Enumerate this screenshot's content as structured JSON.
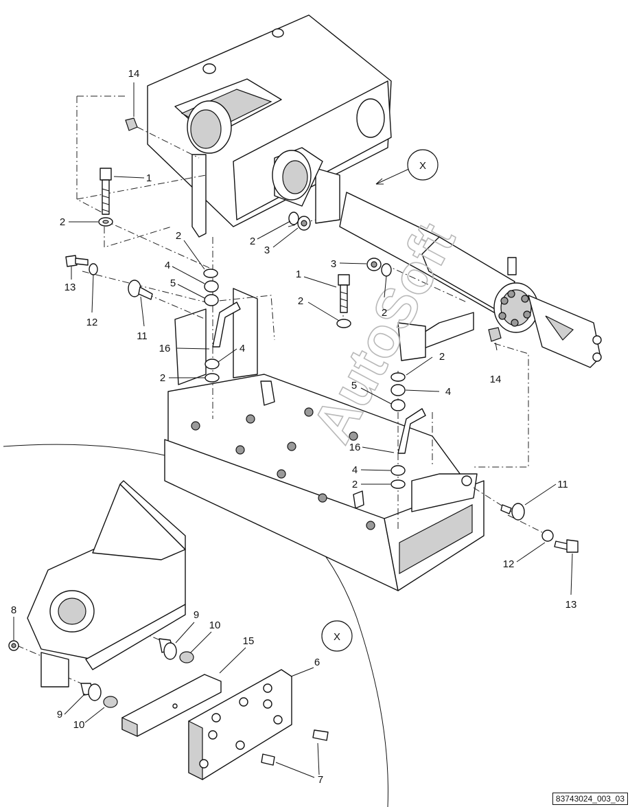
{
  "drawing": {
    "ref_code": "83743024_003_03",
    "watermark": "AutoSoft",
    "detail_marker": "X"
  },
  "callouts": {
    "c1a": "1",
    "c1b": "1",
    "c2a": "2",
    "c2b": "2",
    "c2c": "2",
    "c2d": "2",
    "c2e": "2",
    "c2f": "2",
    "c2g": "2",
    "c2h": "2",
    "c3a": "3",
    "c3b": "3",
    "c4a": "4",
    "c4b": "4",
    "c4c": "4",
    "c4d": "4",
    "c5a": "5",
    "c5b": "5",
    "c6": "6",
    "c7": "7",
    "c8": "8",
    "c9a": "9",
    "c9b": "9",
    "c10a": "10",
    "c10b": "10",
    "c11a": "11",
    "c11b": "11",
    "c12a": "12",
    "c12b": "12",
    "c13a": "13",
    "c13b": "13",
    "c14a": "14",
    "c14b": "14",
    "c15": "15",
    "c16a": "16",
    "c16b": "16"
  }
}
